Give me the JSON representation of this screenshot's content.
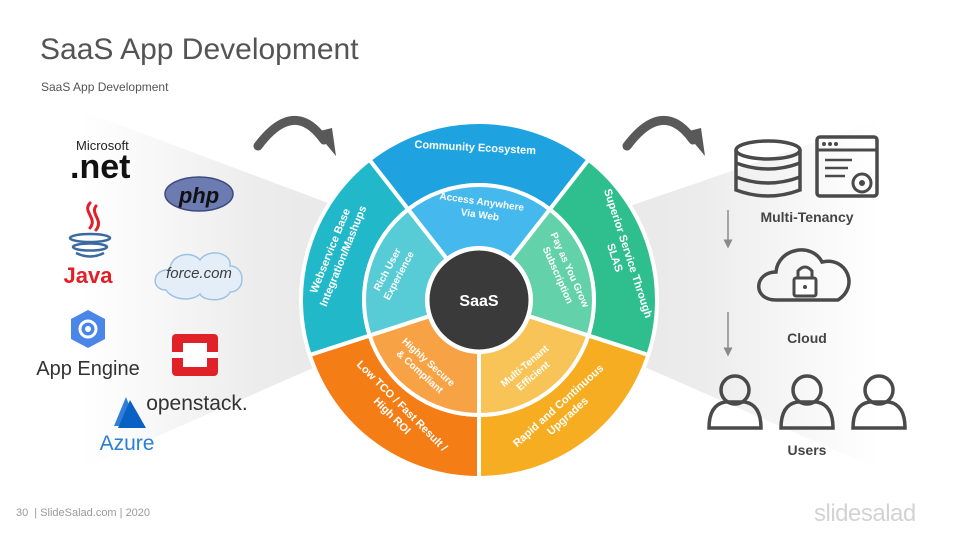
{
  "slide": {
    "title": "SaaS App Development",
    "subtitle": "SaaS App Development",
    "page_number": "30",
    "footer_text": "| SlideSalad.com | 2020",
    "brand": "slidesalad"
  },
  "logos": {
    "microsoft_top": "Microsoft",
    "microsoft_bottom": ".net",
    "php": "php",
    "java": "Java",
    "force": "force.com",
    "app_engine": "App Engine",
    "openstack": "openstack.",
    "azure": "Azure"
  },
  "center_label": "SaaS",
  "outer_ring": {
    "top": "Community Ecosystem",
    "left_1": "Webservice Base",
    "left_2": "Integration/Mashups",
    "right_1": "Superior Service Through",
    "right_2": "SLAS",
    "bottom_left_1": "Low TCO / Fast Result /",
    "bottom_left_2": "High ROI",
    "bottom_right_1": "Rapid and Continuous",
    "bottom_right_2": "Upgrades"
  },
  "inner_ring": {
    "top_1": "Access Anywhere",
    "top_2": "Via Web",
    "left_1": "Rich User",
    "left_2": "Experience",
    "right_1": "Pay as You Grow",
    "right_2": "Subscription",
    "bottom_left_1": "Highly Secure",
    "bottom_left_2": "& Compliant",
    "bottom_right_1": "Multi-Tenant",
    "bottom_right_2": "Efficient"
  },
  "right_panel": {
    "multi_tenancy": "Multi-Tenancy",
    "cloud": "Cloud",
    "users": "Users"
  },
  "colors": {
    "blue": "#1fa3e0",
    "blue_light": "#45b9ee",
    "teal": "#21b8c9",
    "teal_light": "#58ccd6",
    "green": "#2fbf8f",
    "green_light": "#63d1aa",
    "orange": "#f47d16",
    "orange_light": "#f7a244",
    "yellow": "#f6ad22",
    "yellow_light": "#f9c457",
    "center": "#3a3a3a",
    "icon_gray": "#4a4a4a",
    "arrow_gray": "#595959"
  }
}
